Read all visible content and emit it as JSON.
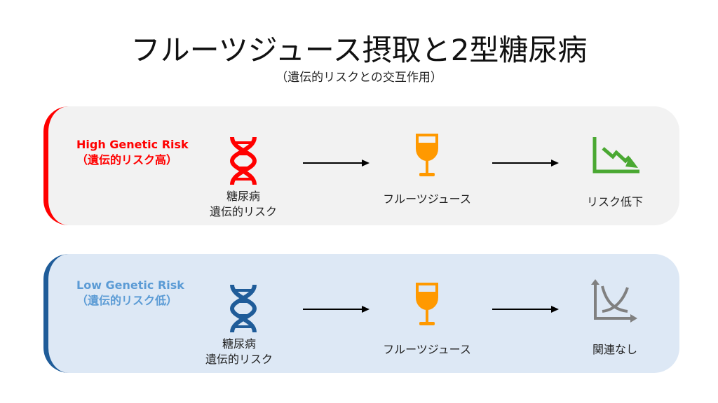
{
  "title": "フルーツジュース摂取と2型糖尿病",
  "subtitle": "（遺伝的リスクとの交互作用）",
  "colors": {
    "high": "#ff0000",
    "low": "#5b9bd5",
    "low_dna": "#1f5c99",
    "glass": "#ff9900",
    "down": "#4aa832",
    "none": "#808080"
  },
  "high": {
    "label_en": "High Genetic Risk",
    "label_jp": "（遺伝的リスク高）",
    "cause_line1": "糖尿病",
    "cause_line2": "遺伝的リスク",
    "exposure": "フルーツジュース",
    "outcome": "リスク低下"
  },
  "low": {
    "label_en": "Low Genetic Risk",
    "label_jp": "（遺伝的リスク低）",
    "cause_line1": "糖尿病",
    "cause_line2": "遺伝的リスク",
    "exposure": "フルーツジュース",
    "outcome": "関連なし"
  }
}
